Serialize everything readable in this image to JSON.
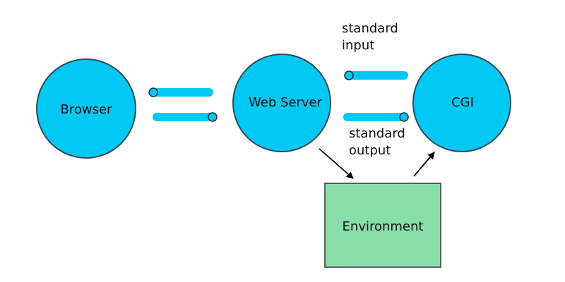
{
  "nodes": {
    "browser": {
      "label": "Browser"
    },
    "web_server": {
      "label": "Web Server"
    },
    "cgi": {
      "label": "CGI"
    },
    "environment": {
      "label": "Environment"
    }
  },
  "annotations": {
    "standard_input": [
      "standard",
      "input"
    ],
    "standard_output": [
      "standard",
      "output"
    ]
  },
  "colors": {
    "node_fill": "#00c8f5",
    "node_stroke": "#2d4b57",
    "pipe_fill": "#00c8f5",
    "environment_fill": "#88deaa",
    "environment_stroke": "#333333",
    "arrow": "#000000"
  }
}
